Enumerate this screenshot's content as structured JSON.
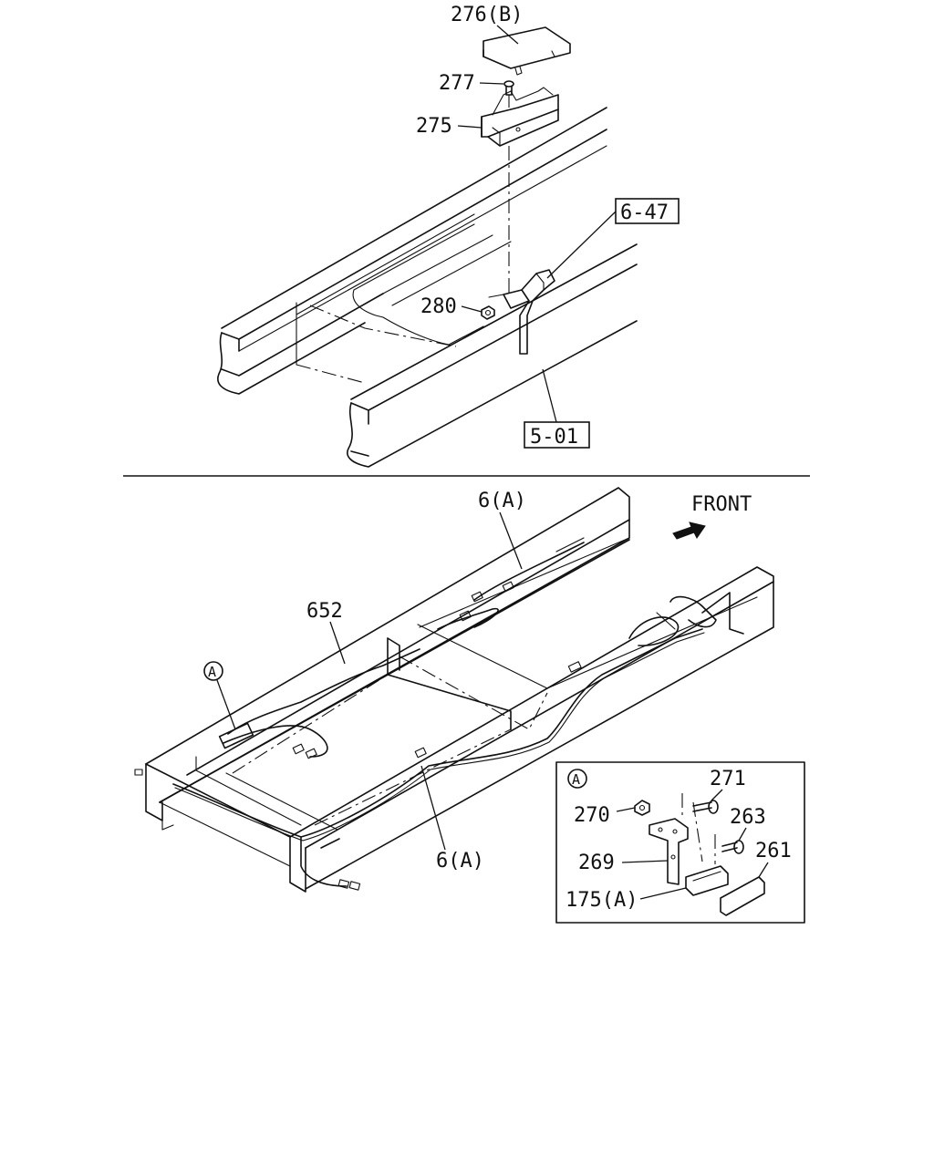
{
  "diagram": {
    "upper": {
      "callouts": {
        "p276b": "276(B)",
        "p277": "277",
        "p275": "275",
        "p280": "280",
        "ref647": "6-47",
        "ref501": "5-01"
      }
    },
    "lower": {
      "front_label": "FRONT",
      "callouts": {
        "p6a_top": "6(A)",
        "p652": "652",
        "p6a_bottom": "6(A)",
        "circle_a": "A"
      },
      "detail_a": {
        "marker": "A",
        "callouts": {
          "p271": "271",
          "p270": "270",
          "p263": "263",
          "p261": "261",
          "p269": "269",
          "p175a": "175(A)"
        }
      }
    }
  }
}
